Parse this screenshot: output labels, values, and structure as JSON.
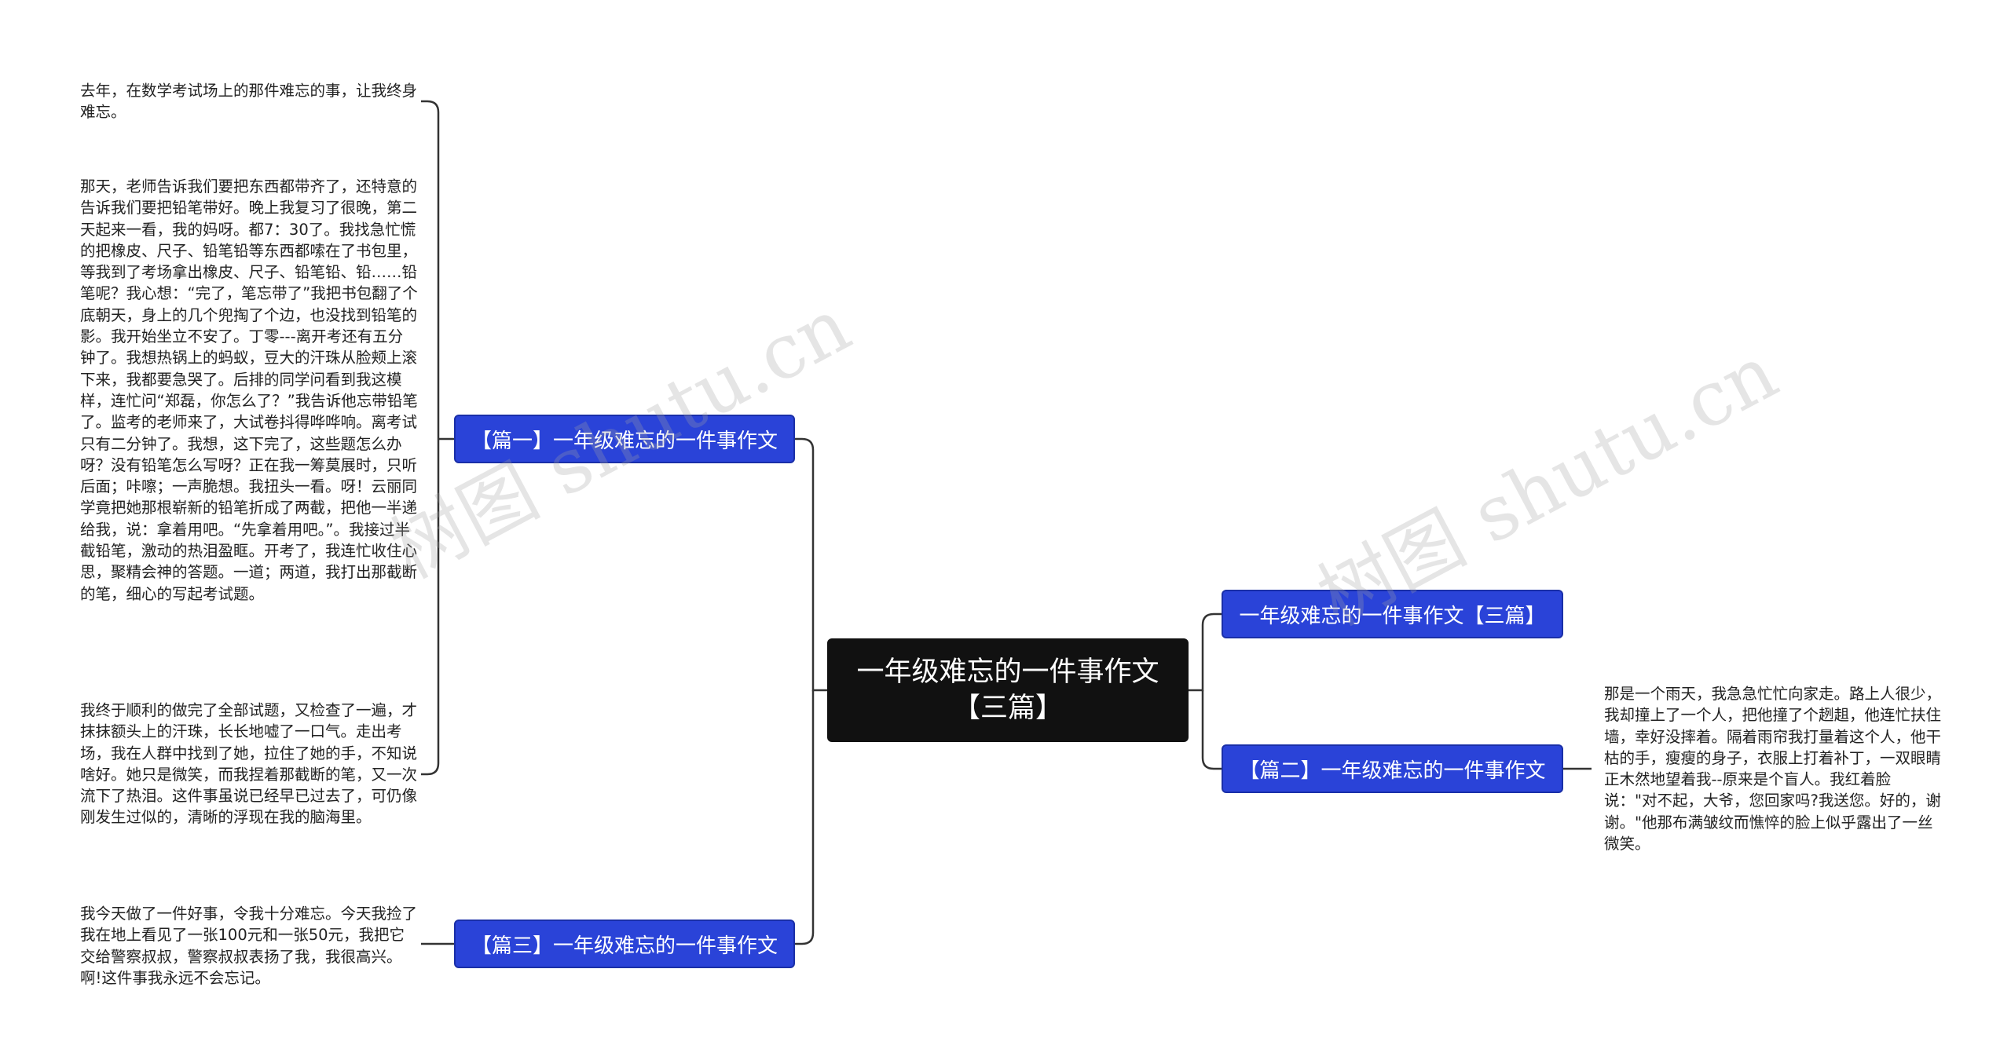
{
  "root": {
    "line1": "一年级难忘的一件事作文",
    "line2": "【三篇】"
  },
  "branches": {
    "pian1": "【篇一】一年级难忘的一件事作文",
    "pian3": "【篇三】一年级难忘的一件事作文",
    "title": "一年级难忘的一件事作文【三篇】",
    "pian2": "【篇二】一年级难忘的一件事作文"
  },
  "leaves": {
    "pian1_a": "去年，在数学考试场上的那件难忘的事，让我终身难忘。",
    "pian1_b": "那天，老师告诉我们要把东西都带齐了，还特意的告诉我们要把铅笔带好。晚上我复习了很晚，第二天起来一看，我的妈呀。都7：30了。我找急忙慌的把橡皮、尺子、铅笔铅等东西都嗦在了书包里，等我到了考场拿出橡皮、尺子、铅笔铅、铅……铅笔呢？我心想：“完了，笔忘带了”我把书包翻了个底朝天，身上的几个兜掏了个边，也没找到铅笔的影。我开始坐立不安了。丁零---离开考还有五分钟了。我想热锅上的蚂蚁，豆大的汗珠从脸颊上滚下来，我都要急哭了。后排的同学问看到我这模样，连忙问“郑磊，你怎么了？”我告诉他忘带铅笔了。监考的老师来了，大试卷抖得哗哗响。离考试只有二分钟了。我想，这下完了，这些题怎么办呀？没有铅笔怎么写呀？正在我一筹莫展时，只听后面；咔嚓；一声脆想。我扭头一看。呀！云丽同学竟把她那根崭新的铅笔折成了两截，把他一半递给我，说：拿着用吧。“先拿着用吧。”。我接过半截铅笔，激动的热泪盈眶。开考了，我连忙收住心思，聚精会神的答题。一道；两道，我打出那截断的笔，细心的写起考试题。",
    "pian1_c": "我终于顺利的做完了全部试题，又检查了一遍，才抹抹额头上的汗珠，长长地嘘了一口气。走出考场，我在人群中找到了她，拉住了她的手，不知说啥好。她只是微笑，而我捏着那截断的笔，又一次流下了热泪。这件事虽说已经早已过去了，可仍像刚发生过似的，清晰的浮现在我的脑海里。",
    "pian3_a": "我今天做了一件好事，令我十分难忘。今天我捡了我在地上看见了一张100元和一张50元，我把它交给警察叔叔，警察叔叔表扬了我，我很高兴。啊!这件事我永远不会忘记。",
    "pian2_a": "那是一个雨天，我急急忙忙向家走。路上人很少，我却撞上了一个人，把他撞了个趔趄，他连忙扶住墙，幸好没摔着。隔着雨帘我打量着这个人，他干枯的手，瘦瘦的身子，衣服上打着补丁，一双眼睛正木然地望着我--原来是个盲人。我红着脸说：\"对不起，大爷，您回家吗?我送您。好的，谢谢。\"他那布满皱纹而憔悴的脸上似乎露出了一丝微笑。"
  },
  "watermarks": {
    "wm1": "树图 shutu.cn",
    "wm2": "树图 shutu.cn"
  },
  "colors": {
    "root_bg": "#111111",
    "branch_bg": "#2a43d8",
    "line": "#333333"
  }
}
